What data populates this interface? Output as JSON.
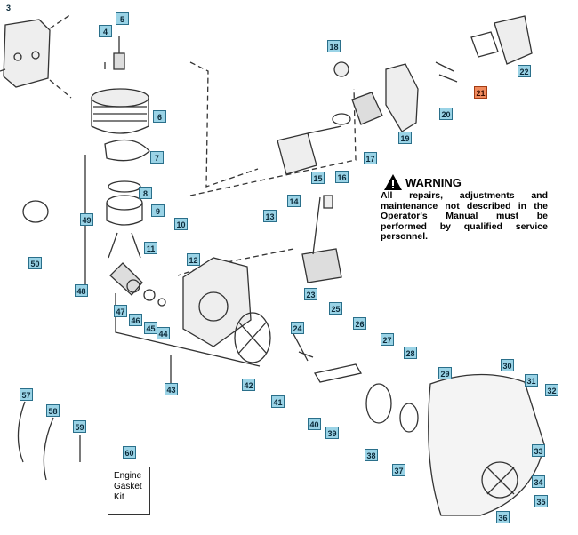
{
  "warning": {
    "title": "WARNING",
    "body": "All repairs, adjustments and maintenance not described in the Operator's Manual must be performed by qualified service personnel."
  },
  "kit_box": {
    "line1": "Engine",
    "line2": "Gasket",
    "line3": "Kit"
  },
  "callouts": [
    "3",
    "4",
    "5",
    "6",
    "7",
    "8",
    "9",
    "10",
    "11",
    "12",
    "13",
    "14",
    "15",
    "16",
    "17",
    "18",
    "19",
    "20",
    "21",
    "22",
    "23",
    "24",
    "25",
    "26",
    "27",
    "28",
    "29",
    "30",
    "31",
    "32",
    "33",
    "34",
    "35",
    "36",
    "37",
    "38",
    "39",
    "40",
    "41",
    "42",
    "43",
    "44",
    "45",
    "46",
    "47",
    "48",
    "49",
    "50",
    "57",
    "58",
    "59",
    "60"
  ],
  "highlighted_callout": "21",
  "colors": {
    "callout_fill": "#9ad3e6",
    "callout_highlight": "#f08a5d",
    "line": "#333333"
  }
}
